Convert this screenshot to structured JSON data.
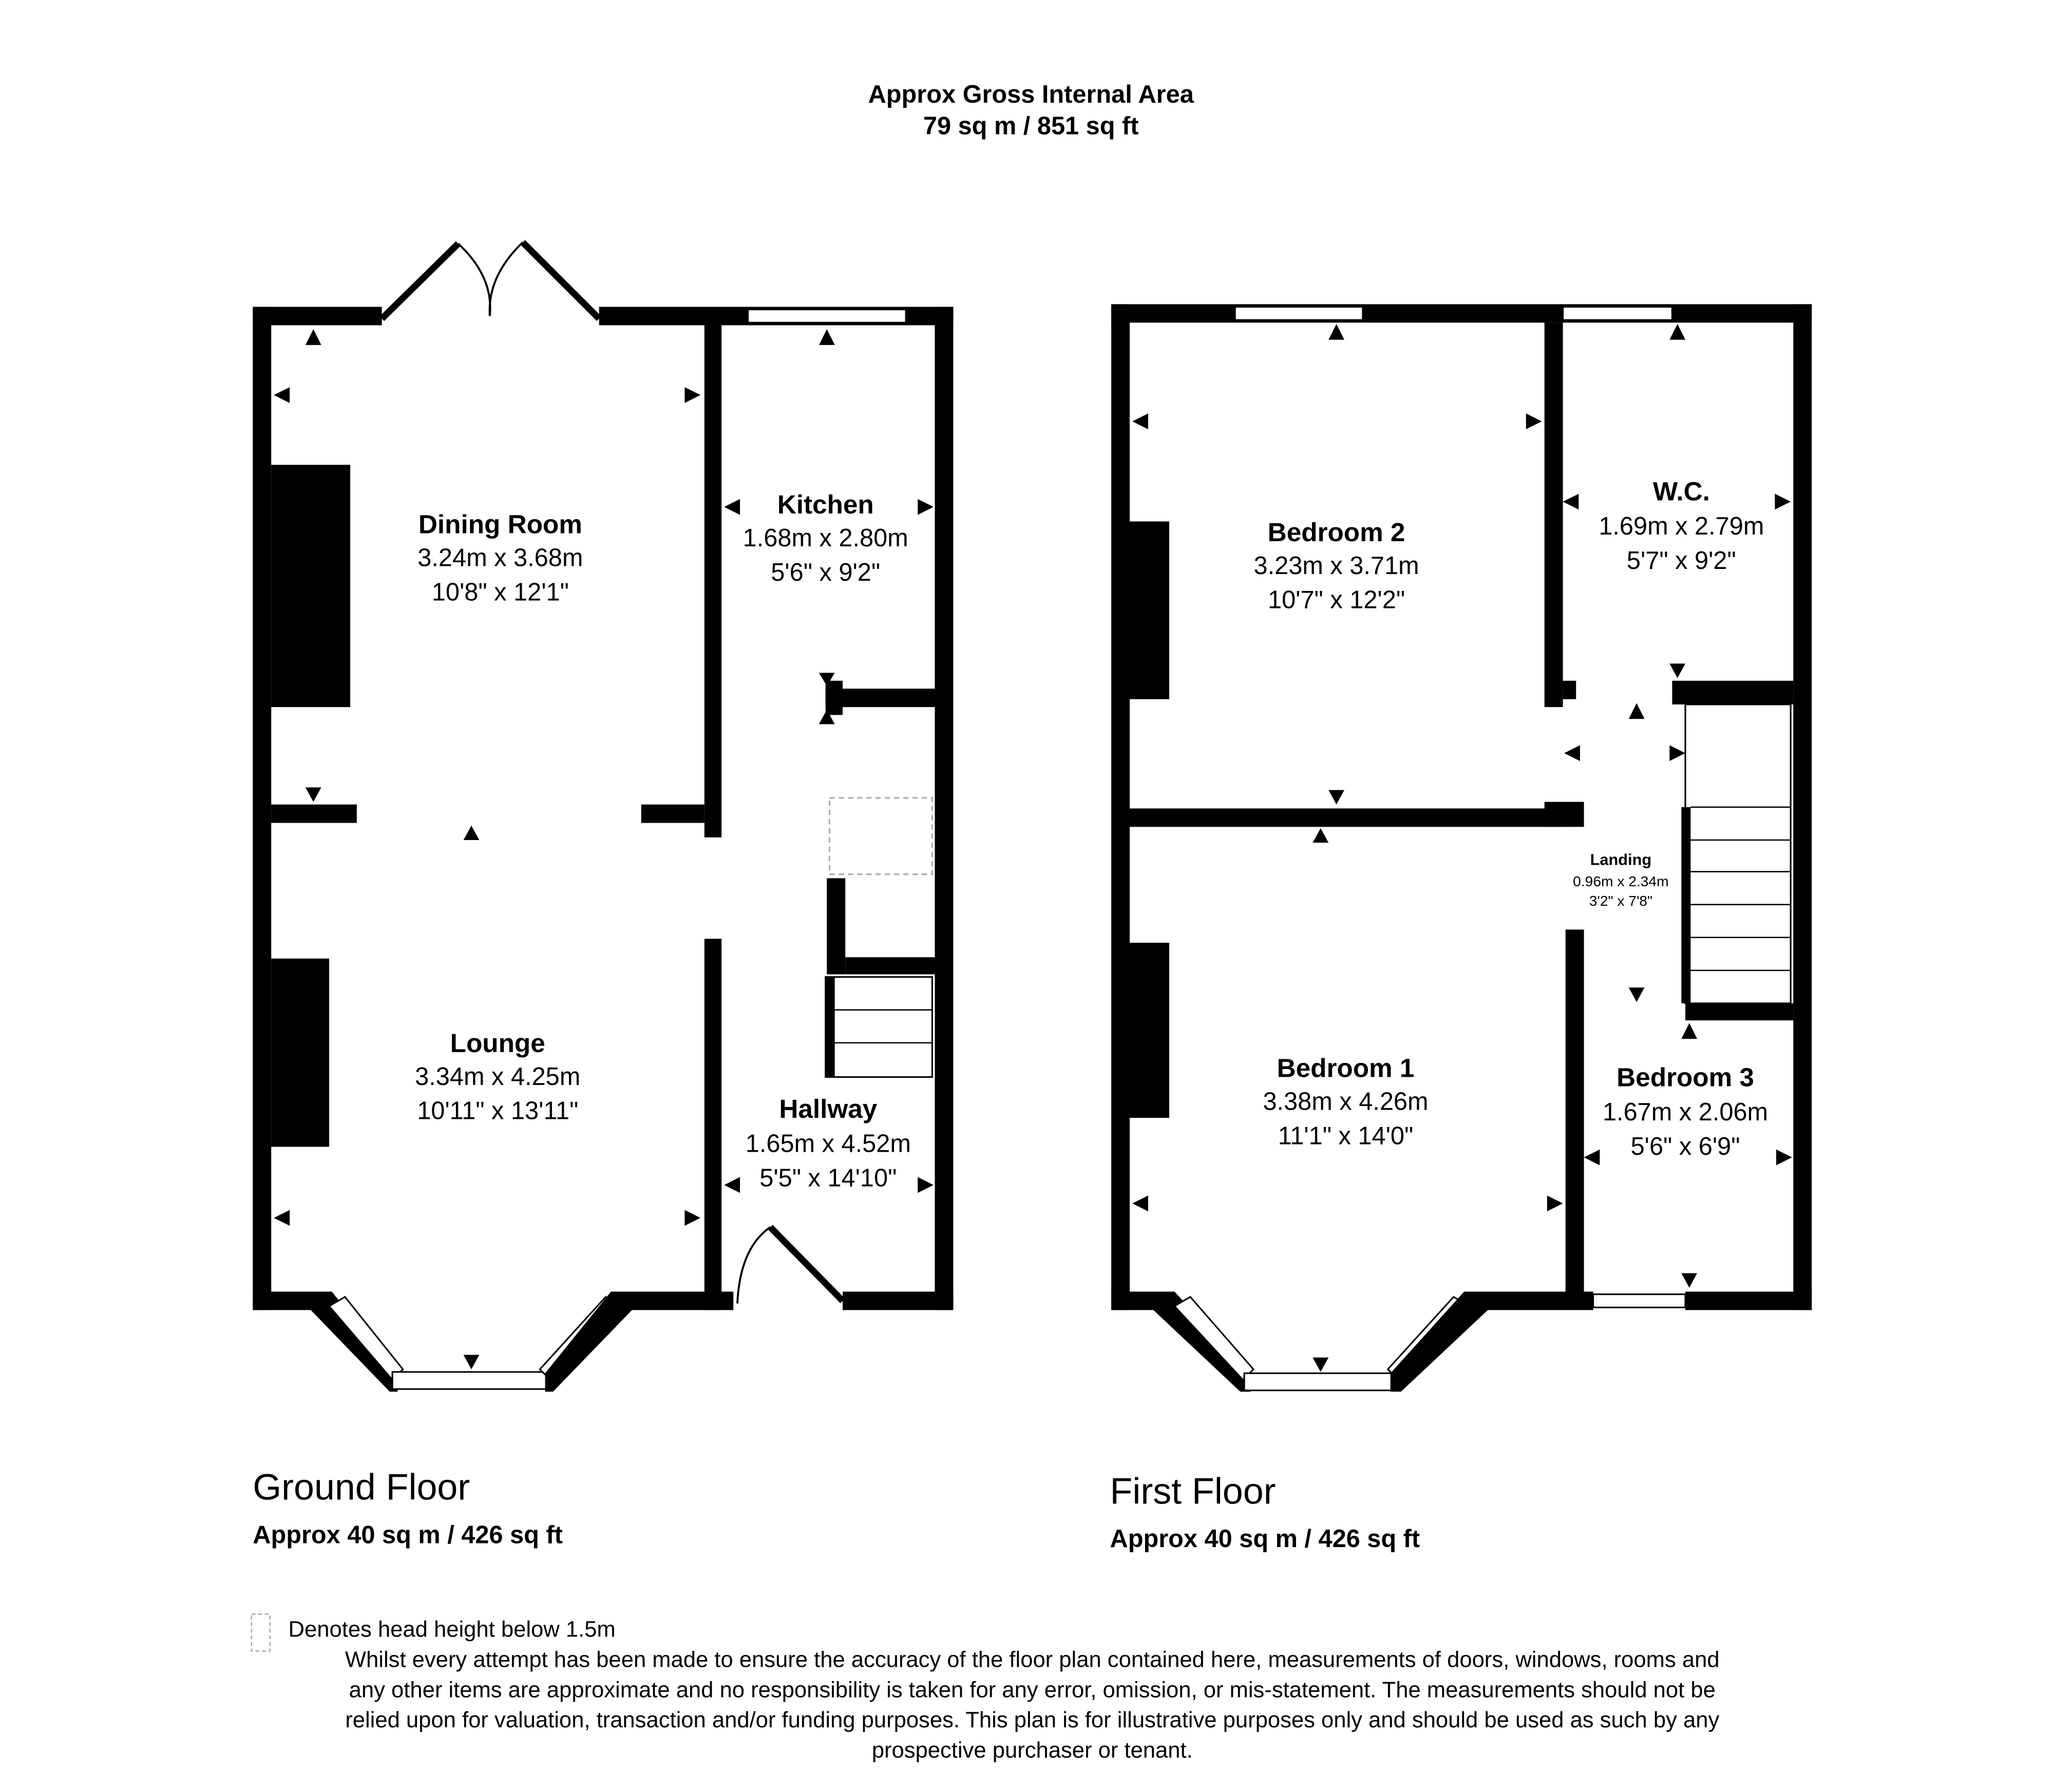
{
  "header": {
    "title": "Approx Gross Internal Area",
    "area": "79 sq m / 851 sq ft"
  },
  "ground_floor": {
    "name": "Ground Floor",
    "area": "Approx 40 sq m / 426 sq ft",
    "rooms": [
      {
        "name": "Dining Room",
        "metric": "3.24m x 3.68m",
        "imperial": "10'8\" x 12'1\""
      },
      {
        "name": "Kitchen",
        "metric": "1.68m x 2.80m",
        "imperial": "5'6\" x 9'2\""
      },
      {
        "name": "Lounge",
        "metric": "3.34m x 4.25m",
        "imperial": "10'11\" x 13'11\""
      },
      {
        "name": "Hallway",
        "metric": "1.65m x 4.52m",
        "imperial": "5'5\" x 14'10\""
      }
    ]
  },
  "first_floor": {
    "name": "First Floor",
    "area": "Approx 40 sq m / 426 sq ft",
    "rooms": [
      {
        "name": "Bedroom 2",
        "metric": "3.23m x 3.71m",
        "imperial": "10'7\" x 12'2\""
      },
      {
        "name": "W.C.",
        "metric": "1.69m x 2.79m",
        "imperial": "5'7\" x 9'2\""
      },
      {
        "name": "Landing",
        "metric": "0.96m x 2.34m",
        "imperial": "3'2\" x 7'8\""
      },
      {
        "name": "Bedroom 1",
        "metric": "3.38m x 4.26m",
        "imperial": "11'1\" x 14'0\""
      },
      {
        "name": "Bedroom 3",
        "metric": "1.67m x 2.06m",
        "imperial": "5'6\" x 6'9\""
      }
    ]
  },
  "legend": {
    "head_height": "Denotes head height below 1.5m"
  },
  "disclaimer": [
    "Whilst every attempt has been made to ensure the accuracy of the floor plan contained here, measurements of doors, windows, rooms and",
    "any other items are approximate and no responsibility is taken for any error, omission, or mis-statement. The measurements should not be",
    "relied upon for valuation, transaction and/or funding purposes. This plan is for illustrative purposes only and should be used as such by any",
    "prospective purchaser or tenant."
  ]
}
